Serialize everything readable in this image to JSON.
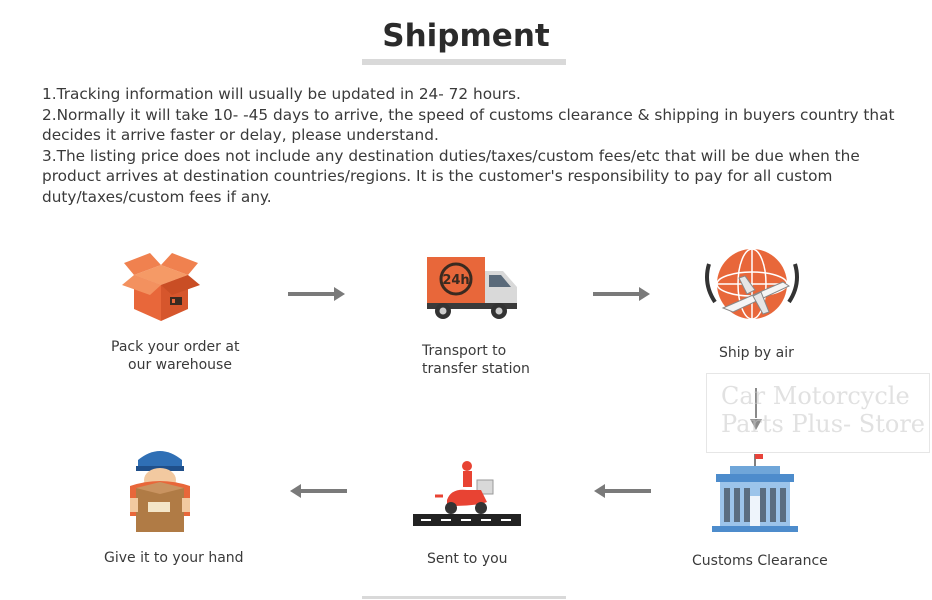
{
  "title": "Shipment",
  "notes": [
    "1.Tracking information will usually be updated in 24- 72 hours.",
    "2.Normally it will take 10- -45 days to arrive, the speed of customs clearance & shipping in buyers country that decides it arrive faster or delay, please understand.",
    "3.The listing price does not include any destination duties/taxes/custom fees/etc that will be due when the product arrives at destination countries/regions. It is the customer's responsibility to pay for all custom duty/taxes/custom fees if any."
  ],
  "steps": {
    "pack": {
      "line1": "Pack your order at",
      "line2": "our warehouse",
      "icon": "box-icon"
    },
    "transport": {
      "line1": "Transport to",
      "line2": "transfer station",
      "icon": "truck-24h-icon",
      "badge": "24h"
    },
    "air": {
      "label": "Ship by air",
      "icon": "globe-airplane-icon"
    },
    "customs": {
      "label": "Customs Clearance",
      "icon": "customs-building-icon"
    },
    "sent": {
      "label": "Sent to you",
      "icon": "delivery-scooter-icon"
    },
    "hand": {
      "label": "Give it to your hand",
      "icon": "courier-with-package-icon"
    }
  },
  "watermark": {
    "line1": "Car Motorcycle",
    "line2": "Parts Plus- Store"
  },
  "colors": {
    "accent_orange": "#e8673a",
    "arrow_gray": "#7a7a7a",
    "courier_blue": "#2f6fb5",
    "box_brown": "#b07b45"
  }
}
